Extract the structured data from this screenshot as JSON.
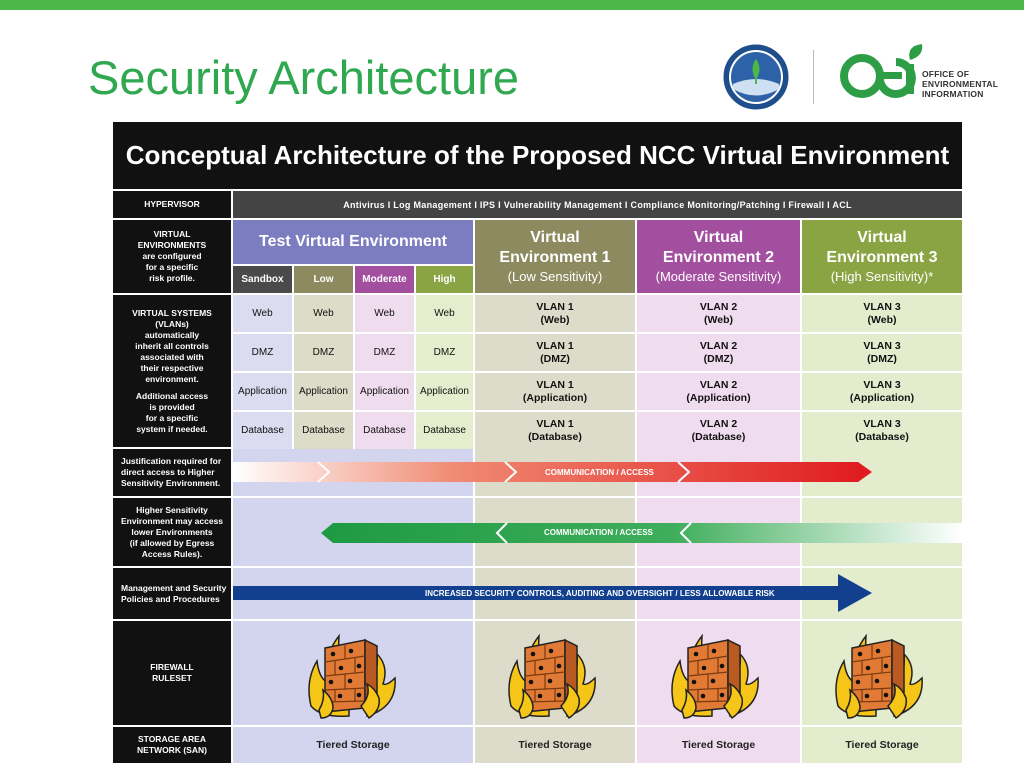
{
  "slide": {
    "title": "Security Architecture",
    "org_line1": "OFFICE OF",
    "org_line2": "ENVIRONMENTAL",
    "org_line3": "INFORMATION"
  },
  "diagram": {
    "title": "Conceptual Architecture of the Proposed NCC Virtual Environment",
    "hypervisor_label": "HYPERVISOR",
    "tools": "Antivirus  I  Log Management  I  IPS  I  Vulnerability Management  I  Compliance Monitoring/Patching  I  Firewall  I  ACL",
    "row_labels": {
      "virtual_env": [
        "VIRTUAL",
        "ENVIRONMENTS",
        "are configured",
        "for a specific",
        "risk profile."
      ],
      "virtual_sys": [
        "VIRTUAL SYSTEMS",
        "(VLANs)",
        "automatically",
        "inherit all controls",
        "associated with",
        "their respective",
        "environment.",
        "",
        "Additional access",
        "is provided",
        "for a specific",
        "system if needed."
      ],
      "justification": [
        "Justification required for",
        "direct access to Higher",
        "Sensitivity Environment."
      ],
      "higher": [
        "Higher Sensitivity",
        "Environment may access",
        "lower Environments",
        "(if allowed by Egress",
        "Access Rules)."
      ],
      "mgmt": [
        "Management and Security",
        "Policies and Procedures"
      ],
      "firewall": [
        "FIREWALL",
        "RULESET"
      ],
      "san": [
        "STORAGE AREA",
        "NETWORK (SAN)"
      ]
    },
    "test_env": {
      "title": "Test Virtual Environment",
      "subs": [
        "Sandbox",
        "Low",
        "Moderate",
        "High"
      ],
      "cells": [
        [
          "Web",
          "Web",
          "Web",
          "Web"
        ],
        [
          "DMZ",
          "DMZ",
          "DMZ",
          "DMZ"
        ],
        [
          "Application",
          "Application",
          "Application",
          "Application"
        ],
        [
          "Database",
          "Database",
          "Database",
          "Database"
        ]
      ]
    },
    "env1": {
      "l1": "Virtual",
      "l2": "Environment 1",
      "l3": "(Low Sensitivity)",
      "vlans": [
        [
          "VLAN 1",
          "(Web)"
        ],
        [
          "VLAN 1",
          "(DMZ)"
        ],
        [
          "VLAN 1",
          "(Application)"
        ],
        [
          "VLAN 1",
          "(Database)"
        ]
      ]
    },
    "env2": {
      "l1": "Virtual",
      "l2": "Environment 2",
      "l3": "(Moderate Sensitivity)",
      "vlans": [
        [
          "VLAN 2",
          "(Web)"
        ],
        [
          "VLAN 2",
          "(DMZ)"
        ],
        [
          "VLAN 2",
          "(Application)"
        ],
        [
          "VLAN 2",
          "(Database)"
        ]
      ]
    },
    "env3": {
      "l1": "Virtual",
      "l2": "Environment 3",
      "l3": "(High Sensitivity)*",
      "vlans": [
        [
          "VLAN 3",
          "(Web)"
        ],
        [
          "VLAN 3",
          "(DMZ)"
        ],
        [
          "VLAN 3",
          "(Application)"
        ],
        [
          "VLAN 3",
          "(Database)"
        ]
      ]
    },
    "arrows": {
      "comm1": "COMMUNICATION / ACCESS",
      "comm2": "COMMUNICATION / ACCESS",
      "increased": "INCREASED SECURITY CONTROLS, AUDITING AND OVERSIGHT / LESS ALLOWABLE RISK"
    },
    "storage": [
      "Tiered Storage",
      "Tiered Storage",
      "Tiered Storage",
      "Tiered Storage"
    ],
    "icons": [
      "epa-seal-icon",
      "oei-logo-icon",
      "firewall-icon"
    ]
  },
  "colors": {
    "brand_green": "#2fa84f",
    "test_env": "#7b7dc0",
    "env1": "#8d8a5f",
    "env2": "#a34fa0",
    "env3": "#8aa443",
    "red_arrow": "#e8262a",
    "green_arrow": "#22a24a",
    "blue_arrow": "#12408e"
  }
}
